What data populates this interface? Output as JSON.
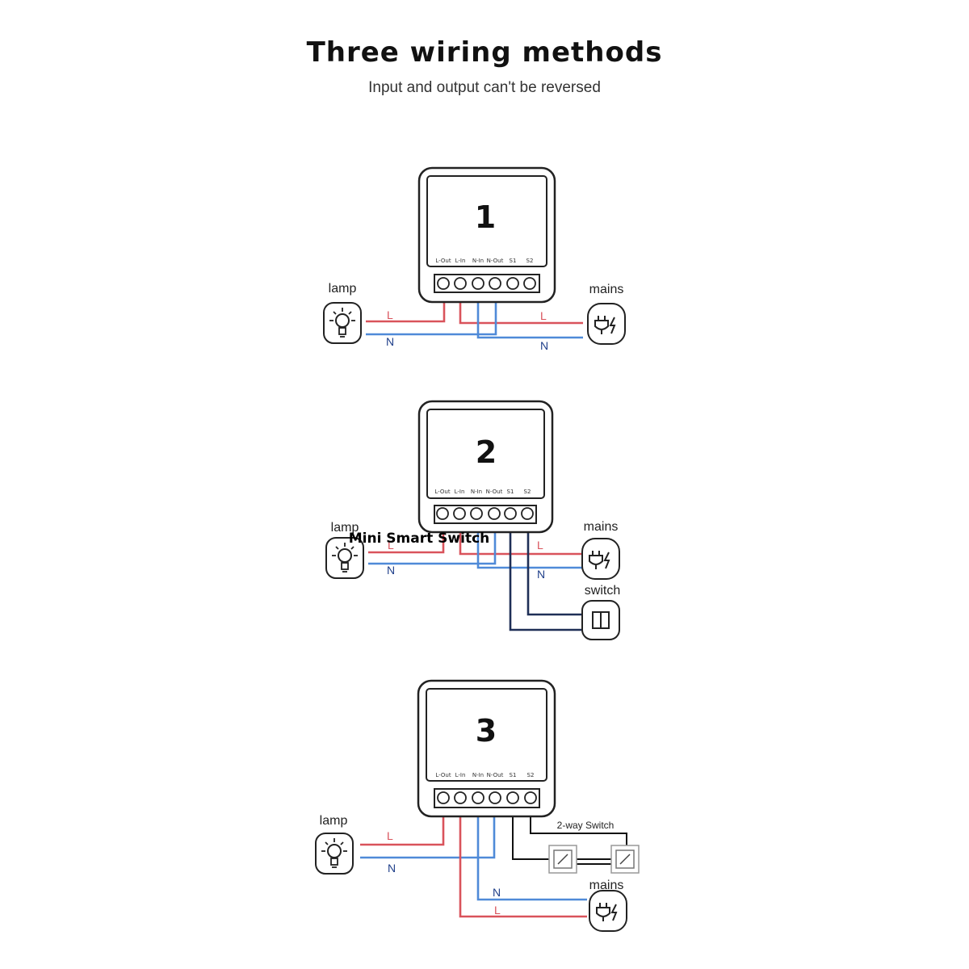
{
  "header": {
    "title": "Three wiring methods",
    "subtitle": "Input and output can't be reversed"
  },
  "terminals": [
    "L-Out",
    "L-In",
    "N-In",
    "N-Out",
    "S1",
    "S2"
  ],
  "colors": {
    "live": "#d9535b",
    "neutral": "#4f8ad8",
    "switch_wire": "#1f2f57",
    "outline": "#222222"
  },
  "diagrams": [
    {
      "number": "1",
      "lamp_label": "lamp",
      "mains_label": "mains",
      "wire_l": "L",
      "wire_n": "N",
      "wire_l2": "L",
      "wire_n2": "N"
    },
    {
      "number": "2",
      "lamp_label": "lamp",
      "mains_label": "mains",
      "switch_label": "switch",
      "overlay": "Mini Smart Switch",
      "wire_l": "L",
      "wire_n": "N",
      "wire_l2": "L",
      "wire_n2": "N"
    },
    {
      "number": "3",
      "lamp_label": "lamp",
      "mains_label": "mains",
      "switch_label": "2-way Switch",
      "wire_l": "L",
      "wire_n": "N",
      "wire_l2": "L",
      "wire_n2": "N"
    }
  ],
  "icons": {
    "lamp": "lightbulb-icon",
    "mains": "plug-icon",
    "switch": "wall-switch-icon",
    "two_way": "two-way-switch-icon"
  }
}
